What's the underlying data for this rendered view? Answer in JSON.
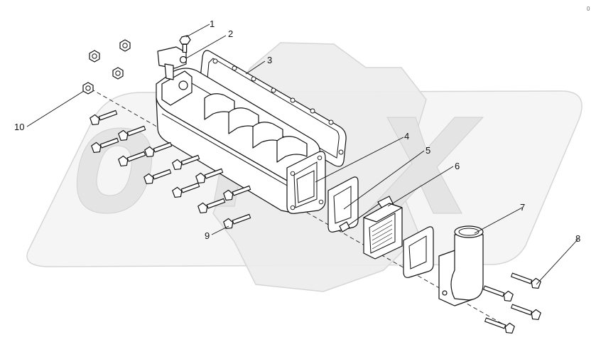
{
  "corner_mark": "0",
  "labels": {
    "p1": "1",
    "p2": "2",
    "p3": "3",
    "p4": "4",
    "p5": "5",
    "p6": "6",
    "p7": "7",
    "p8": "8",
    "p9": "9",
    "p10": "10"
  }
}
